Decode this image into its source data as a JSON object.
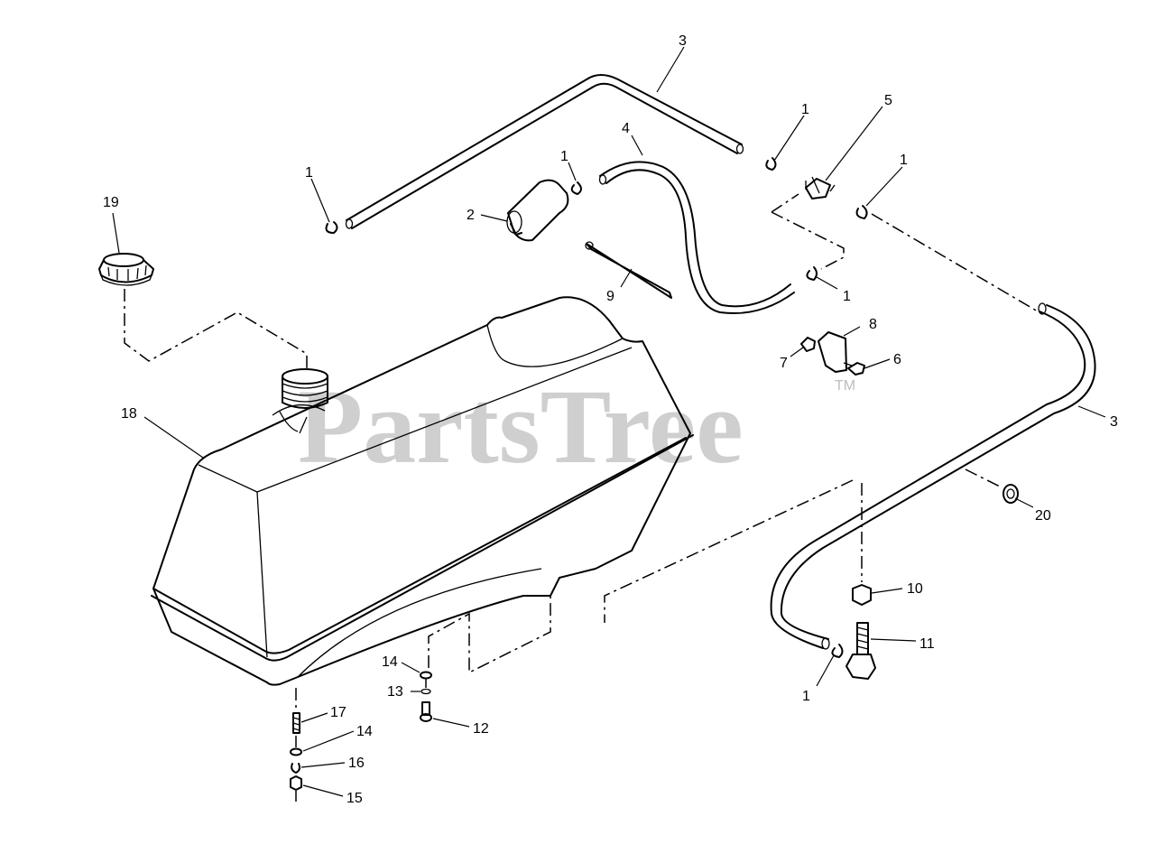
{
  "watermark": {
    "text": "PartsTree",
    "tm": "TM"
  },
  "callouts": {
    "c1a": "1",
    "c1b": "1",
    "c1c": "1",
    "c1d": "1",
    "c1e": "1",
    "c1f": "1",
    "c2": "2",
    "c3a": "3",
    "c3b": "3",
    "c4": "4",
    "c5": "5",
    "c6": "6",
    "c7": "7",
    "c8": "8",
    "c9": "9",
    "c10": "10",
    "c11": "11",
    "c12": "12",
    "c13": "13",
    "c14a": "14",
    "c14b": "14",
    "c15": "15",
    "c16": "16",
    "c17": "17",
    "c18": "18",
    "c19": "19",
    "c20": "20"
  }
}
